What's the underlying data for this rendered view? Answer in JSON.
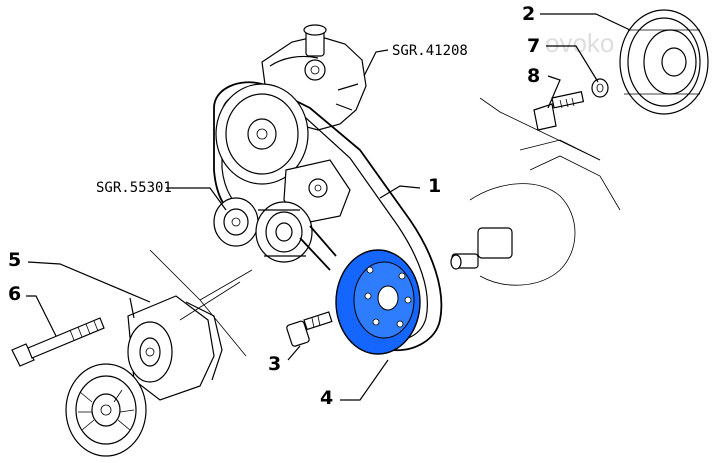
{
  "diagram": {
    "labels": {
      "part_1": "1",
      "part_2": "2",
      "part_3": "3",
      "part_4": "4",
      "part_5": "5",
      "part_6": "6",
      "part_7": "7",
      "part_8": "8"
    },
    "references": {
      "sgr_41208": "SGR.41208",
      "sgr_55301": "SGR.55301"
    },
    "watermark": "ovoko",
    "colors": {
      "highlight": "#1565ff",
      "line": "#000000",
      "background": "#ffffff"
    }
  }
}
